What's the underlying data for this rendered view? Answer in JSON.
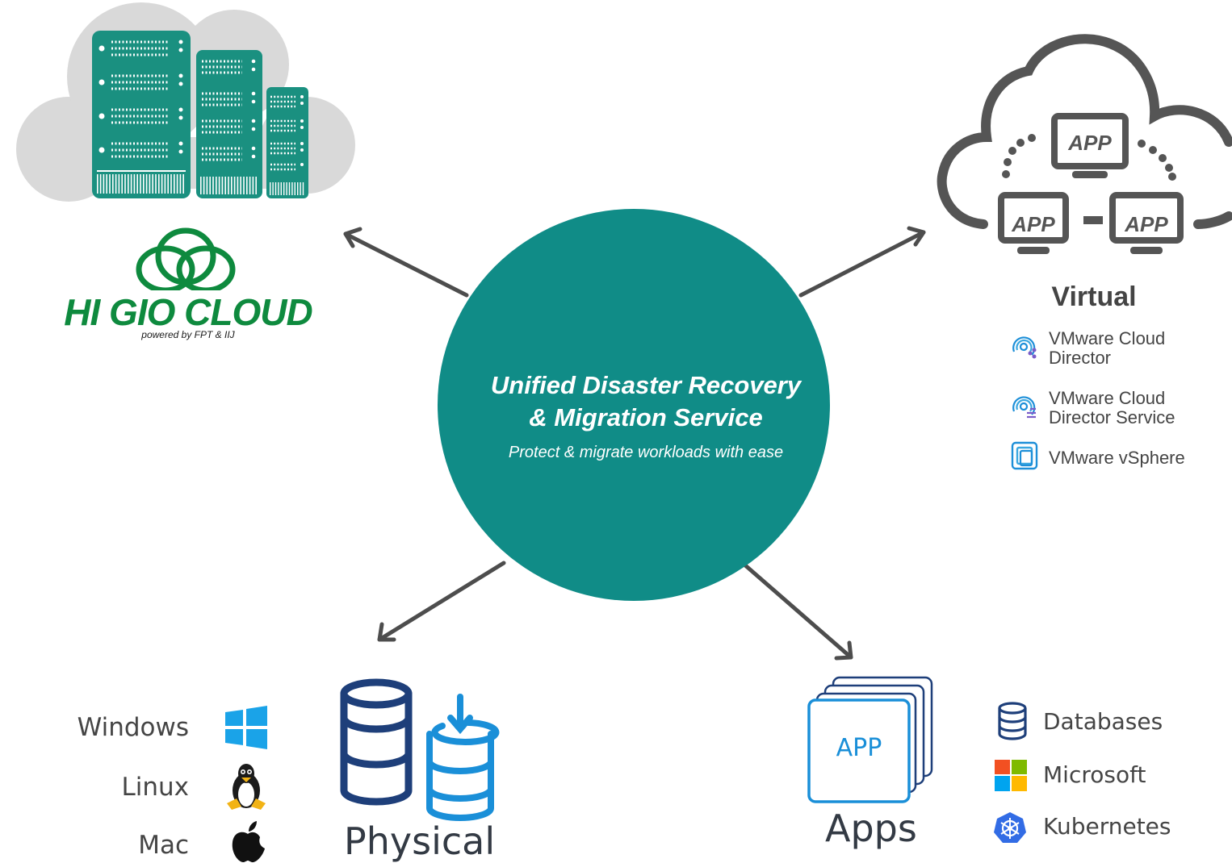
{
  "center": {
    "title_line1": "Unified Disaster Recovery",
    "title_line2": "& Migration Service",
    "subtitle": "Protect & migrate workloads with ease"
  },
  "brand": {
    "name": "HI GIO CLOUD",
    "tagline": "powered by FPT & IIJ"
  },
  "virtual": {
    "heading": "Virtual",
    "cloud_app_labels": [
      "APP",
      "APP",
      "APP"
    ],
    "items": [
      {
        "line1": "VMware Cloud",
        "line2": "Director",
        "icon": "vmware-cloud-director-icon"
      },
      {
        "line1": "VMware Cloud",
        "line2": "Director Service",
        "icon": "vmware-cloud-director-service-icon"
      },
      {
        "line1": "VMware vSphere",
        "line2": "",
        "icon": "vmware-vsphere-icon"
      }
    ]
  },
  "physical": {
    "label": "Physical",
    "os": [
      {
        "label": "Windows",
        "icon": "windows-icon"
      },
      {
        "label": "Linux",
        "icon": "linux-tux-icon"
      },
      {
        "label": "Mac",
        "icon": "apple-icon"
      }
    ]
  },
  "apps": {
    "label": "Apps",
    "tile_label": "APP",
    "items": [
      {
        "label": "Databases",
        "icon": "database-icon"
      },
      {
        "label": "Microsoft",
        "icon": "microsoft-icon"
      },
      {
        "label": "Kubernetes",
        "icon": "kubernetes-icon"
      }
    ]
  },
  "colors": {
    "circle": "#108c87",
    "teal_server": "#1a9080",
    "brand_green": "#0e8a3e",
    "arrow": "#4d4d4d",
    "cloud_gray": "#d9d9d9",
    "text_gray": "#444444",
    "physical_blue": "#1e3f7a",
    "physical_light_blue": "#1a8fd8"
  }
}
